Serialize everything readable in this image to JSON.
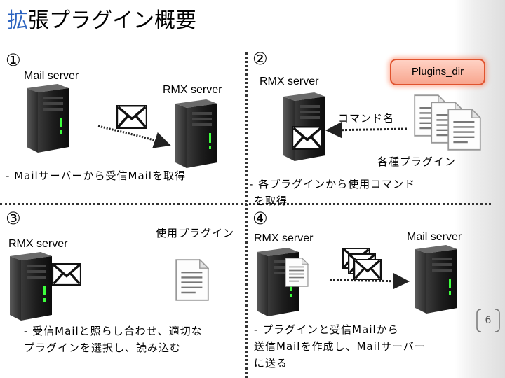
{
  "slide": {
    "title_accent": "拡",
    "title_rest": "張プラグイン概要",
    "page_number": "6"
  },
  "panel1": {
    "number": "①",
    "mail_server_label": "Mail server",
    "rmx_server_label": "RMX server",
    "description": "- Mailサーバーから受信Mailを取得"
  },
  "panel2": {
    "number": "②",
    "rmx_server_label": "RMX server",
    "plugins_dir_label": "Plugins_dir",
    "command_name_label": "コマンド名",
    "plugins_label": "各種プラグイン",
    "description_line1": "- 各プラグインから使用コマンド",
    "description_line2": "を取得"
  },
  "panel3": {
    "number": "③",
    "rmx_server_label": "RMX server",
    "used_plugin_label": "使用プラグイン",
    "description_line1": "- 受信Mailと照らし合わせ、適切な",
    "description_line2": "プラグインを選択し、読み込む"
  },
  "panel4": {
    "number": "④",
    "rmx_server_label": "RMX server",
    "mail_server_label": "Mail server",
    "description_line1": "- プラグインと受信Mailから",
    "description_line2": "送信Mailを作成し、Mailサーバー",
    "description_line3": "に送る"
  }
}
